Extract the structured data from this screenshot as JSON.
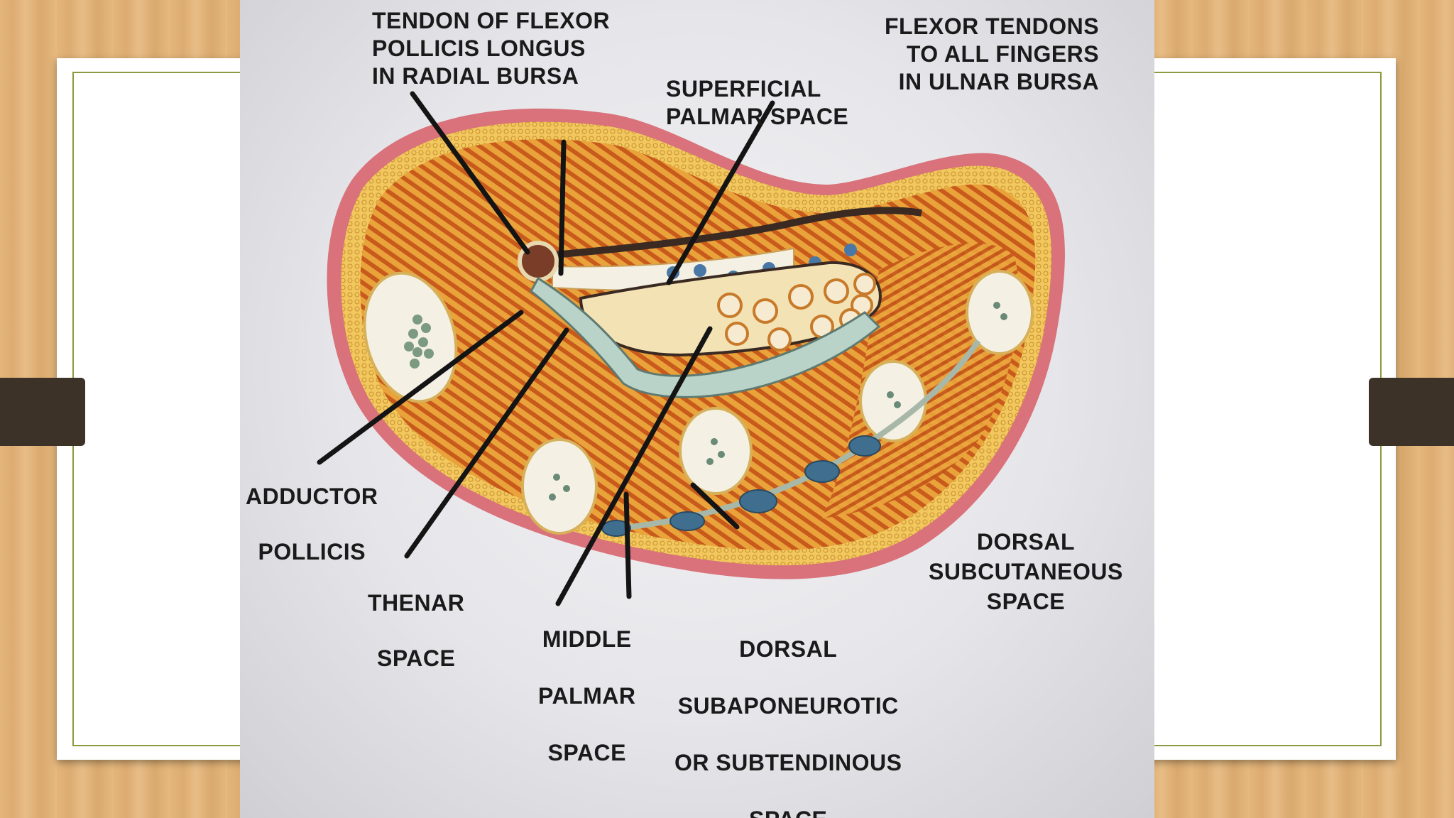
{
  "labels": {
    "tendon_fpl": [
      "TENDON OF FLEXOR",
      "POLLICIS LONGUS",
      "IN RADIAL BURSA"
    ],
    "flexor_tendons": [
      "FLEXOR TENDONS",
      "TO ALL FINGERS",
      "IN ULNAR BURSA"
    ],
    "superficial_palmar": [
      "SUPERFICIAL",
      "PALMAR SPACE"
    ],
    "adductor": [
      "ADDUCTOR",
      "POLLICIS"
    ],
    "thenar": [
      "THENAR",
      "SPACE"
    ],
    "middle_palmar": [
      "MIDDLE",
      "PALMAR",
      "SPACE"
    ],
    "dorsal_subaponeurotic": [
      "DORSAL",
      "SUBAPONEUROTIC",
      "OR  SUBTENDINOUS",
      "SPACE"
    ],
    "dorsal_subcutaneous": [
      "DORSAL",
      "SUBCUTANEOUS",
      "SPACE"
    ]
  },
  "colors": {
    "skin": "#d9727a",
    "fat": "#f0c75a",
    "muscle": "#c8641e",
    "bone": "#f4f0e4",
    "tendon": "#f3e2b4",
    "vessel": "#4a78a6",
    "fascia": "#b9d3c8",
    "leader": "#141414"
  }
}
